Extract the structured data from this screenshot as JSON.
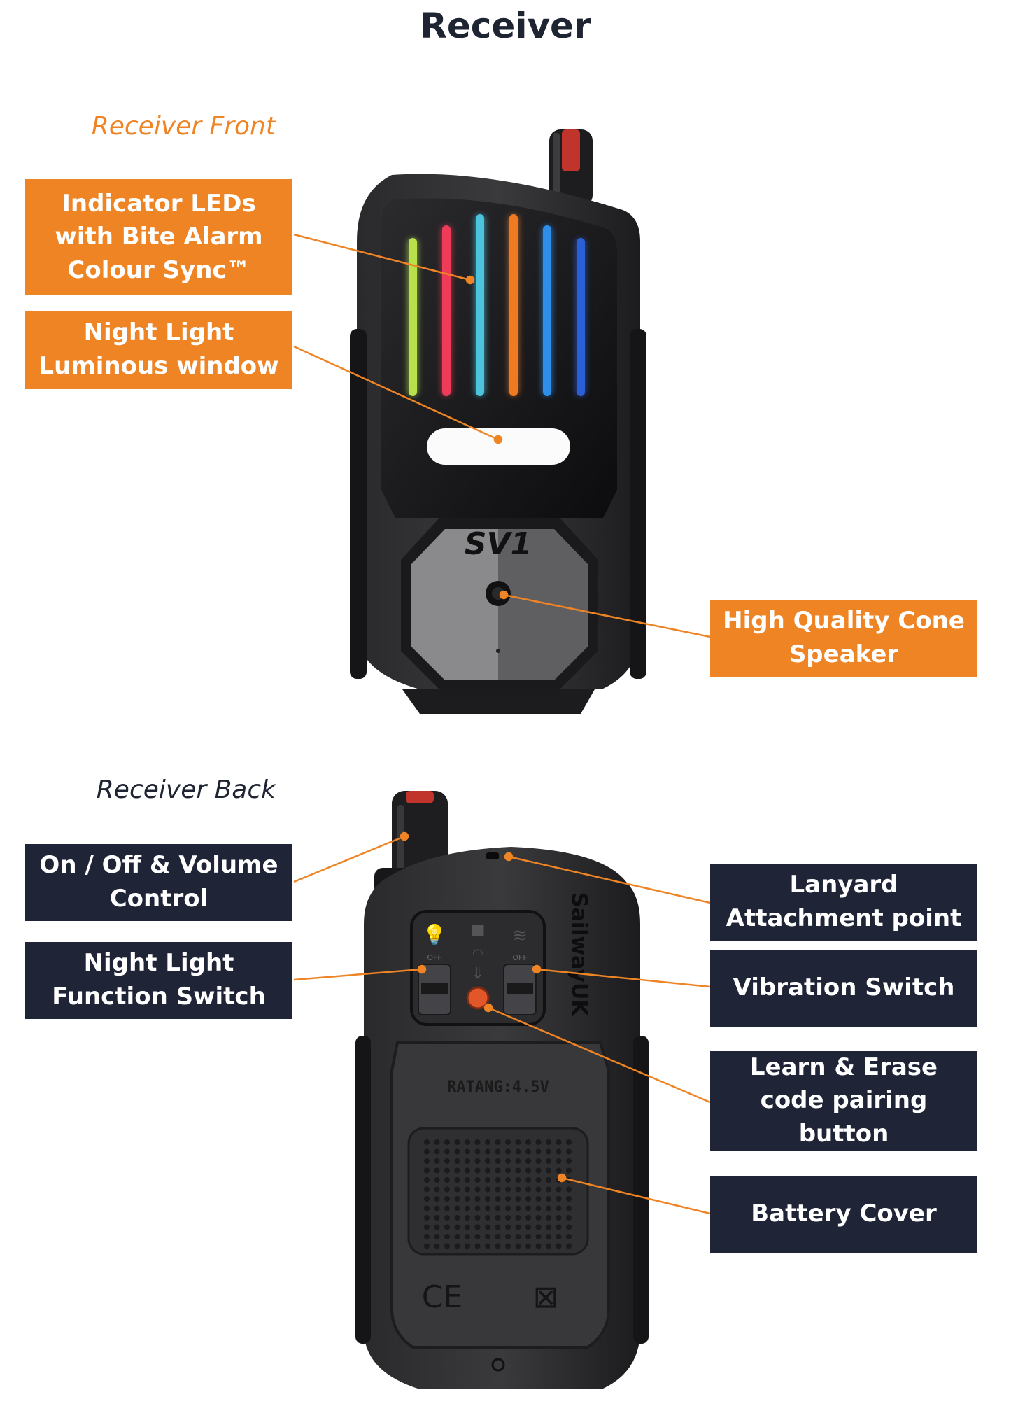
{
  "header": {
    "title": "Receiver"
  },
  "sections": {
    "front": {
      "label": "Receiver Front"
    },
    "back": {
      "label": "Receiver Back"
    }
  },
  "device": {
    "front_brand": "SV1",
    "back_brand": "SailwayUK",
    "battery_rating": "RATANG:4.5V",
    "ce_mark": "CE",
    "switch_off_left": "OFF",
    "switch_off_right": "OFF"
  },
  "callouts": {
    "indicator_leds": "Indicator LEDs with Bite Alarm Colour Sync™",
    "night_light_window": "Night Light Luminous window",
    "cone_speaker": "High Quality Cone Speaker",
    "on_off_volume": "On / Off & Volume Control",
    "night_light_switch": "Night Light Function Switch",
    "lanyard_point": "Lanyard Attachment point",
    "vibration_switch": "Vibration Switch",
    "learn_erase_button": "Learn & Erase code pairing button",
    "battery_cover": "Battery Cover"
  },
  "colors": {
    "accent_orange": "#ef8425",
    "navy": "#1f2437",
    "led_colors": [
      "#b8e04a",
      "#ee3b5a",
      "#4cc4de",
      "#f07a22",
      "#2f8ee8",
      "#2a5fd8"
    ]
  }
}
